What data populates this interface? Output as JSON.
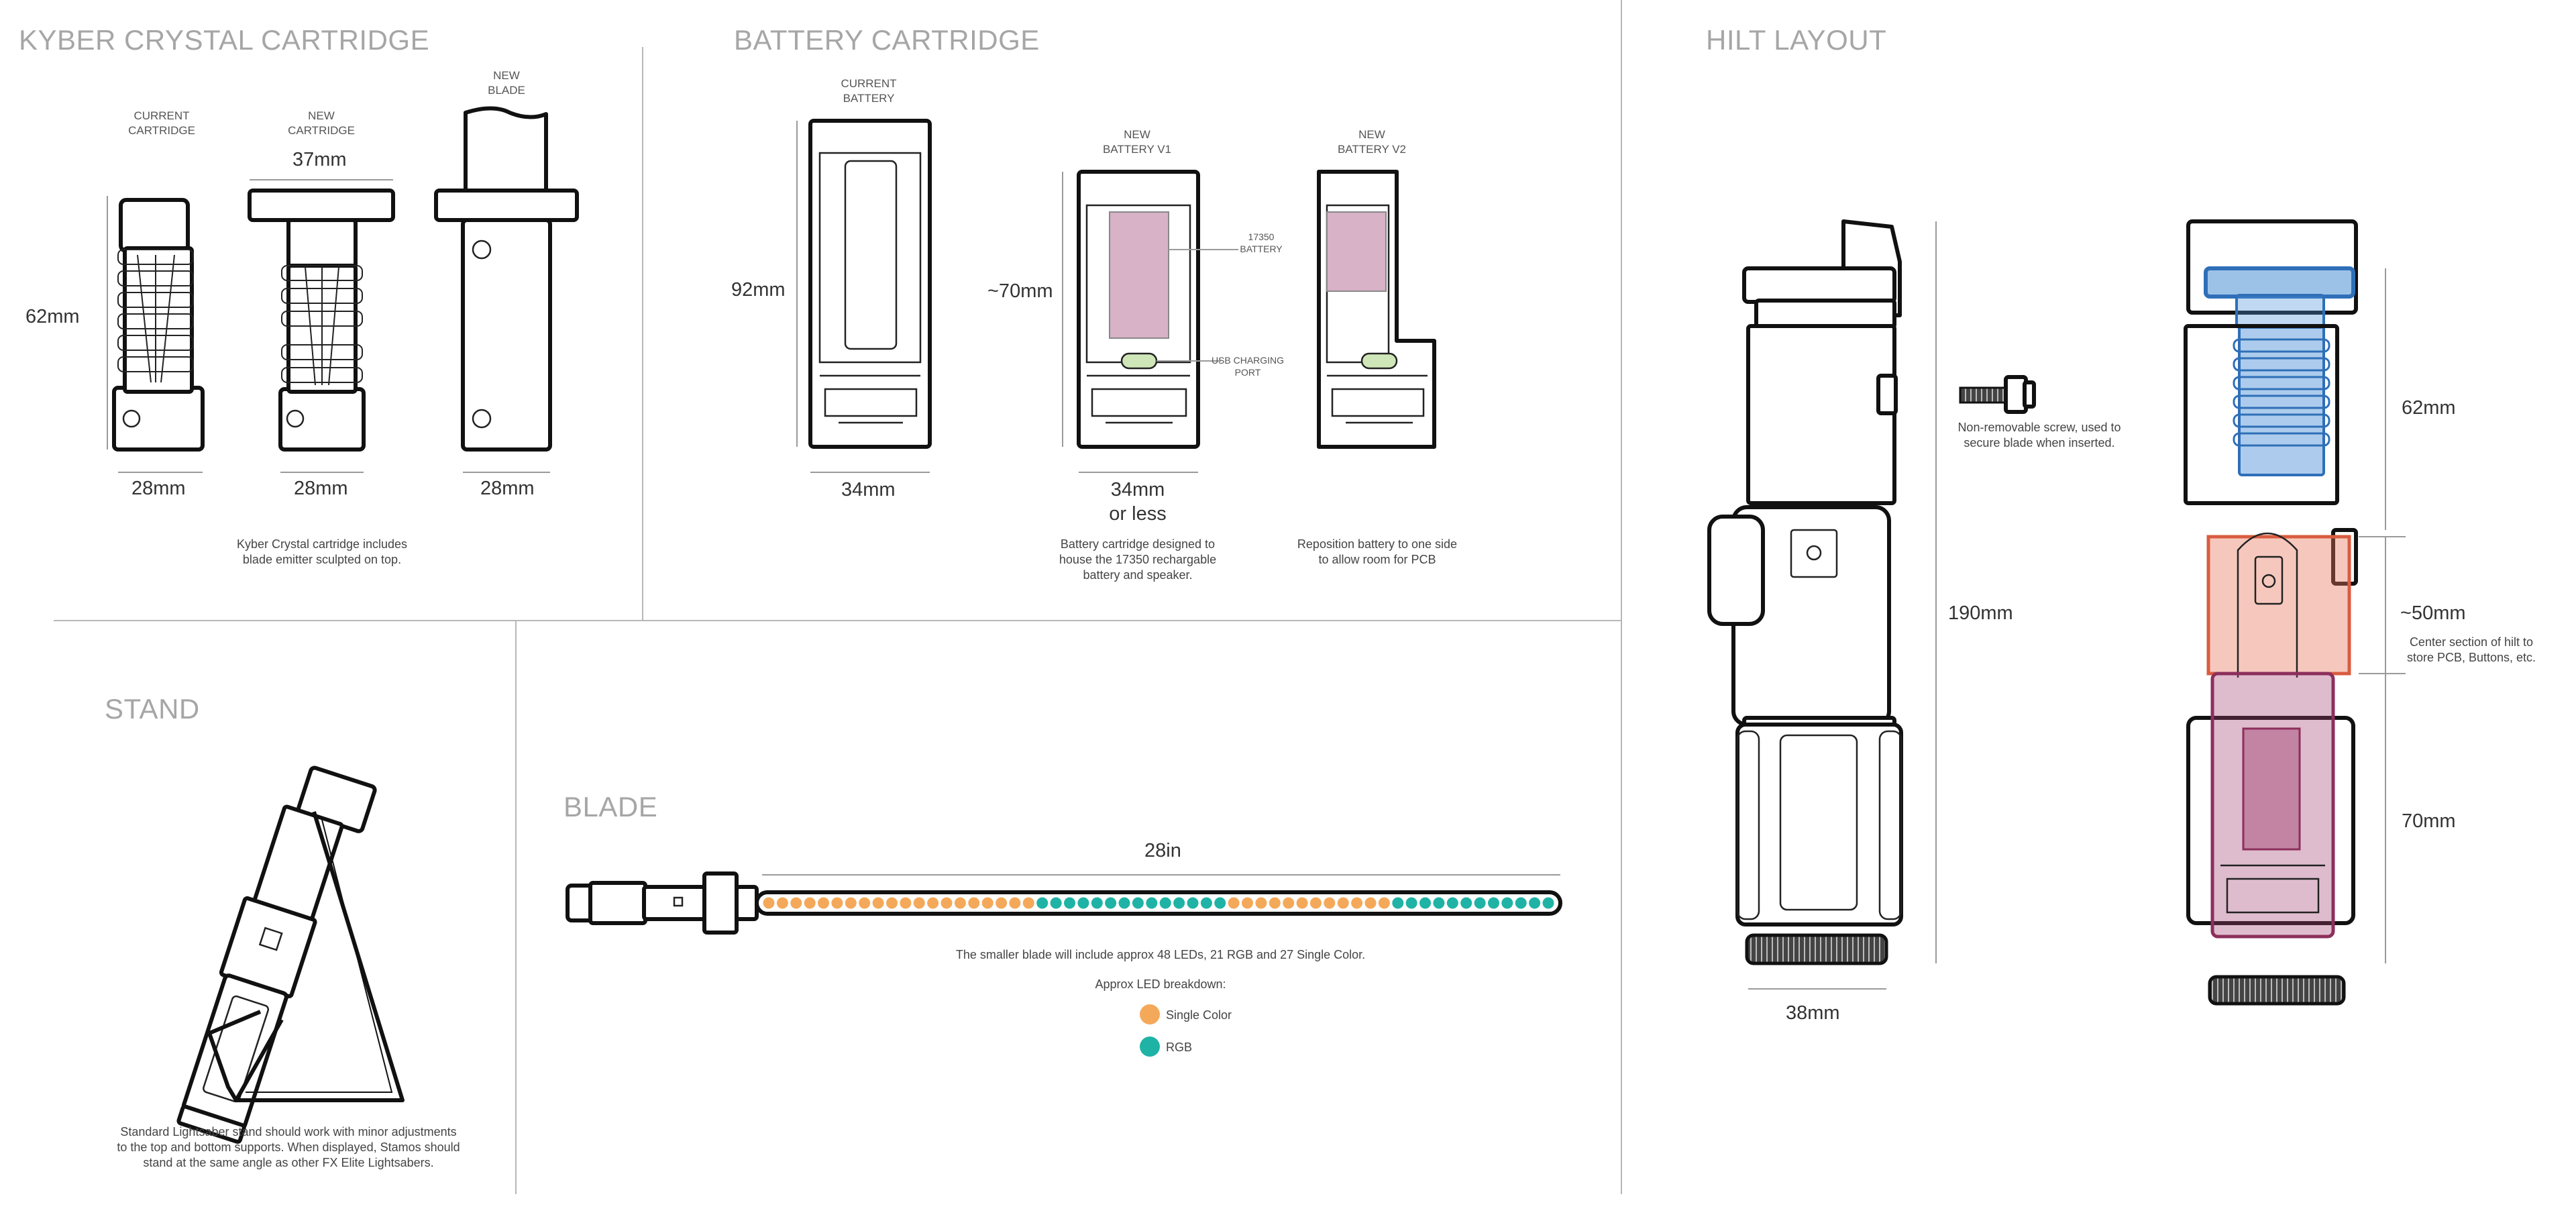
{
  "sections": {
    "kyber": {
      "title": "KYBER CRYSTAL CARTRIDGE",
      "current_label": "CURRENT\nCARTRIDGE",
      "new_label": "NEW\nCARTRIDGE",
      "blade_label": "NEW\nBLADE",
      "dim_width_top": "37mm",
      "dim_height": "62mm",
      "dim_a": "28mm",
      "dim_b": "28mm",
      "dim_c": "28mm",
      "note": "Kyber Crystal cartridge includes\nblade emitter sculpted on top."
    },
    "battery": {
      "title": "BATTERY CARTRIDGE",
      "current_label": "CURRENT\nBATTERY",
      "v1_label": "NEW\nBATTERY V1",
      "v2_label": "NEW\nBATTERY V2",
      "dim_current_h": "92mm",
      "dim_v1_h": "~70mm",
      "dim_current_w": "34mm",
      "dim_v1_w": "34mm\nor less",
      "callout_battery": "17350\nBATTERY",
      "callout_usb": "USB CHARGING\nPORT",
      "note_v1": "Battery cartridge designed to\nhouse the 17350 rechargable\nbattery and speaker.",
      "note_v2": "Reposition battery to one side\nto allow room for PCB"
    },
    "stand": {
      "title": "STAND",
      "note": "Standard Lightsaber stand should work with minor adjustments\nto the top and bottom supports. When displayed, Stamos should\nstand at the same angle as other FX Elite Lightsabers."
    },
    "blade": {
      "title": "BLADE",
      "length": "28in",
      "note": "The smaller blade will include approx 48 LEDs, 21 RGB and 27 Single Color.",
      "legend_title": "Approx LED breakdown:",
      "legend_single": "Single Color",
      "legend_rgb": "RGB",
      "led_colors": {
        "single": "#f4a95a",
        "rgb": "#1fb3a6"
      },
      "led_sequence": "SSSSSSSSSSSSSSSSSSSSRRRRRRRRRRRRRRSSSSSSSSSSSSRRRRRRRRRRRR"
    },
    "hilt": {
      "title": "HILT LAYOUT",
      "dim_total": "190mm",
      "dim_width": "38mm",
      "screw_note": "Non-removable screw, used to\nsecure blade when inserted.",
      "dim_top": "62mm",
      "dim_mid": "~50mm",
      "dim_bottom": "70mm",
      "mid_note": "Center section of hilt to\nstore PCB, Buttons, etc.",
      "colors": {
        "top": "#4a8fd6",
        "mid": "#e8765a",
        "bottom": "#a0406f"
      }
    }
  }
}
